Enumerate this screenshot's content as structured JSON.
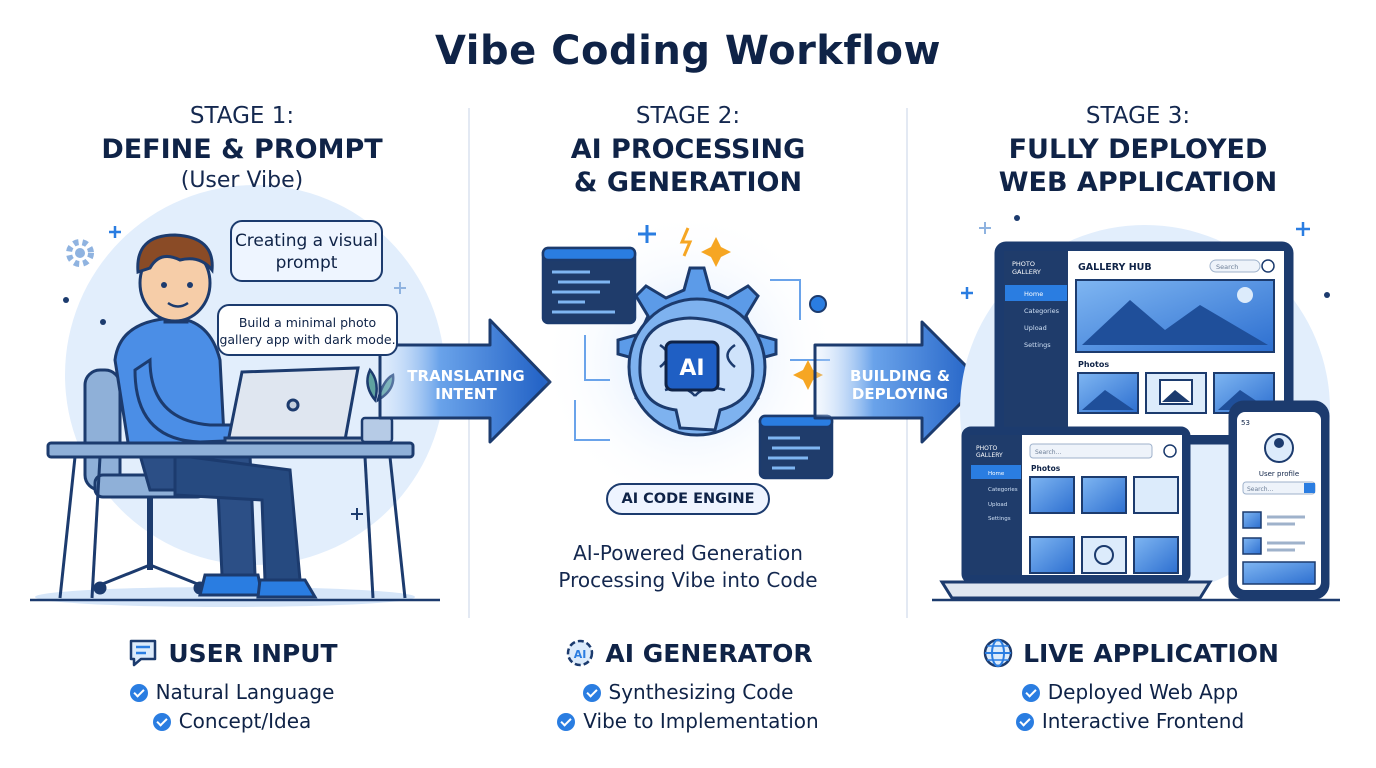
{
  "title": "Vibe Coding Workflow",
  "stages": [
    {
      "number": "STAGE 1:",
      "title_line1": "DEFINE & PROMPT",
      "subtitle": "(User Vibe)",
      "bubble_main": "Creating a visual prompt",
      "bubble_prompt": "Build a minimal photo gallery app with dark mode.",
      "bottom_title": "USER INPUT",
      "bullets": [
        "Natural Language",
        "Concept/Idea"
      ],
      "icon": "chat-document-icon"
    },
    {
      "number": "STAGE 2:",
      "title_line1": "AI PROCESSING",
      "title_line2": "& GENERATION",
      "engine_label": "AI CODE ENGINE",
      "chip_label": "AI",
      "caption_line1": "AI-Powered Generation",
      "caption_line2": "Processing Vibe into Code",
      "bottom_title": "AI GENERATOR",
      "bullets": [
        "Synthesizing Code",
        "Vibe to Implementation"
      ],
      "icon": "ai-gear-icon"
    },
    {
      "number": "STAGE 3:",
      "title_line1": "FULLY DEPLOYED",
      "title_line2": "WEB APPLICATION",
      "bottom_title": "LIVE APPLICATION",
      "bullets": [
        "Deployed Web App",
        "Interactive Frontend"
      ],
      "icon": "globe-icon"
    }
  ],
  "arrows": [
    {
      "line1": "TRANSLATING",
      "line2": "INTENT"
    },
    {
      "line1": "BUILDING &",
      "line2": "DEPLOYING"
    }
  ],
  "desktop_app": {
    "logo_line1": "PHOTO",
    "logo_line2": "GALLERY",
    "header": "GALLERY HUB",
    "search": "Search",
    "nav": [
      "Home",
      "Categories",
      "Upload",
      "Settings"
    ],
    "section": "Photos"
  },
  "laptop_app": {
    "logo_line1": "PHOTO",
    "logo_line2": "GALLERY",
    "search": "Search...",
    "nav": [
      "Home",
      "Categories",
      "Upload",
      "Settings"
    ],
    "section": "Photos"
  },
  "phone_app": {
    "time": "53",
    "profile": "User profile",
    "search": "Search..."
  },
  "colors": {
    "navy": "#0f2347",
    "accent": "#2a7de1",
    "light_blue": "#dcebfb",
    "arrow": "#2f74d0"
  }
}
